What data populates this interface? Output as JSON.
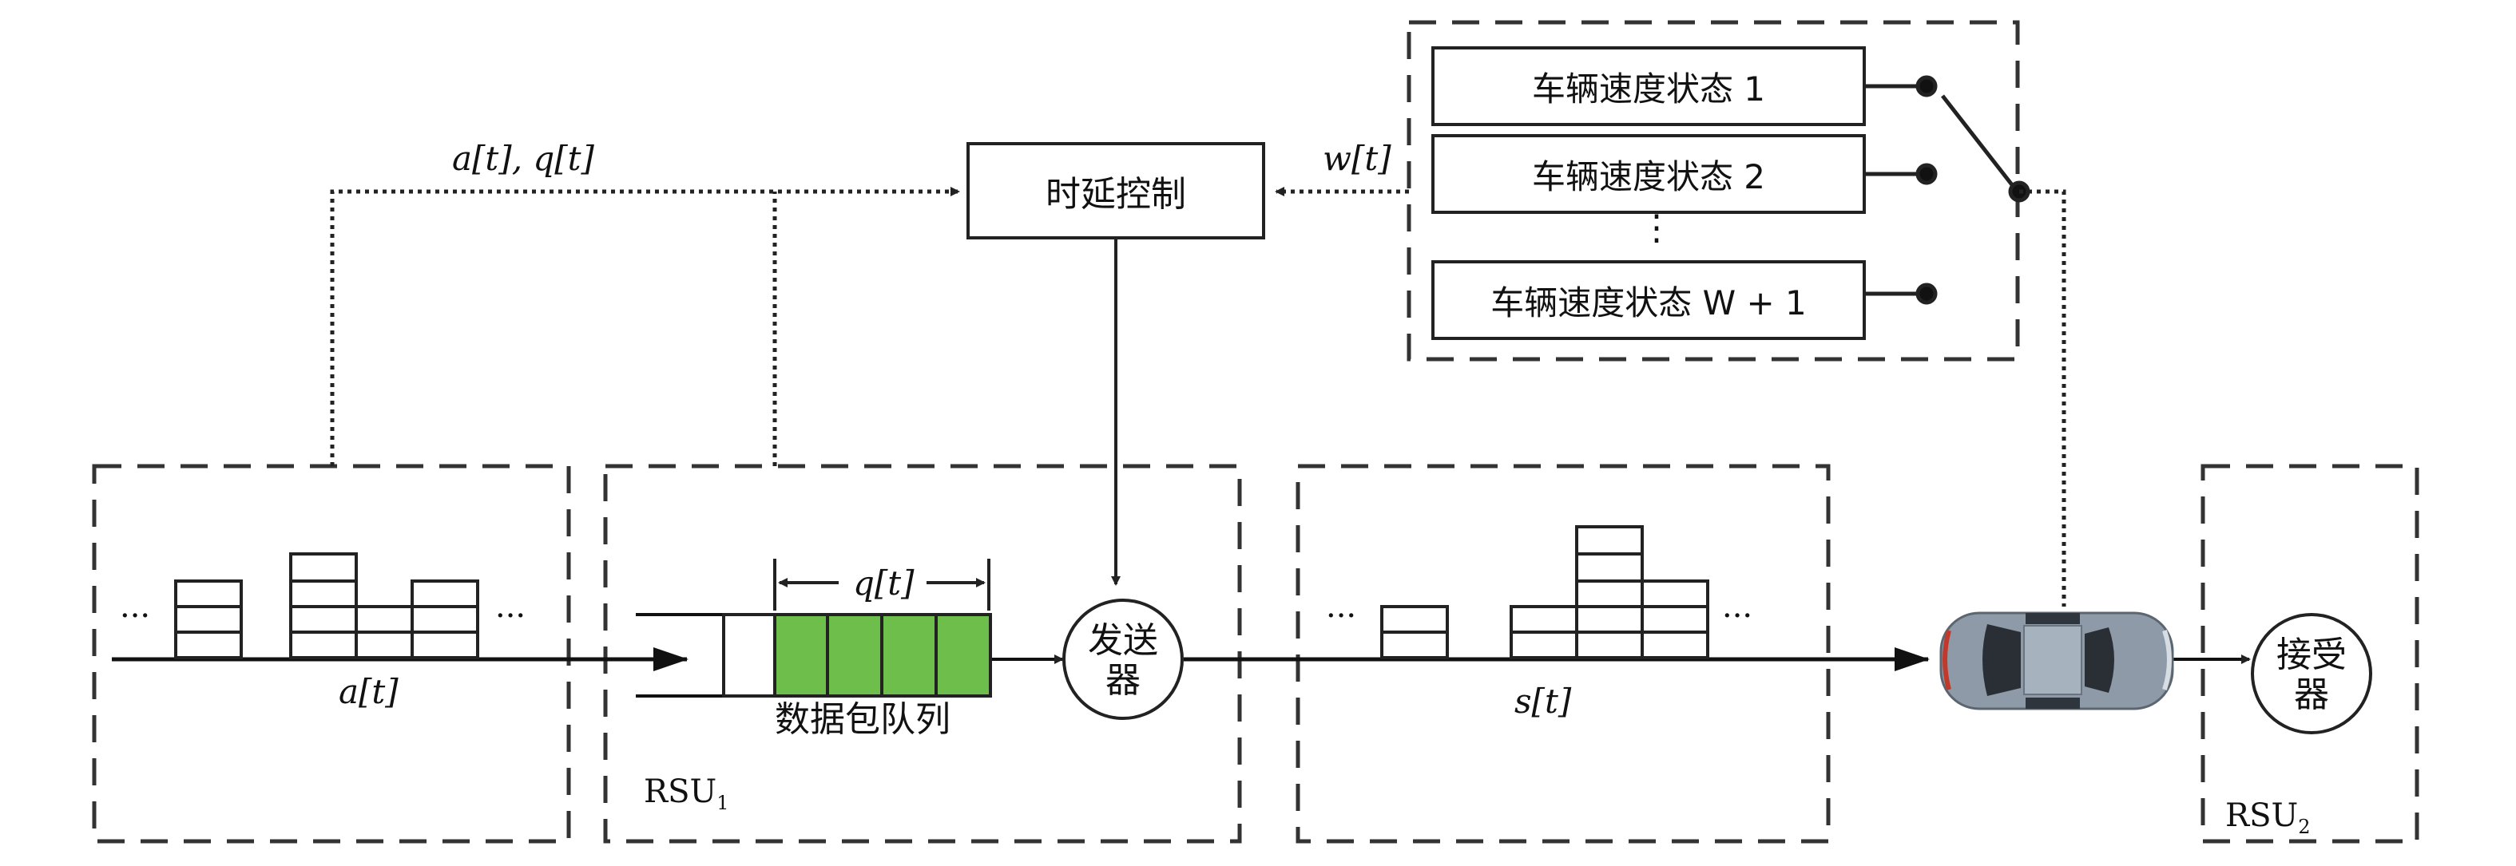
{
  "labels": {
    "delay_control": "时延控制",
    "speed_state_1": "车辆速度状态 1",
    "speed_state_2": "车辆速度状态 2",
    "speed_state_w1": "车辆速度状态 W + 1",
    "vdots": "⋮",
    "aq_signal": "a[t], q[t]",
    "w_signal": "w[t]",
    "a_t": "a[t]",
    "q_t": "q[t]",
    "s_t": "s[t]",
    "packet_queue": "数据包队列",
    "transmitter": "发送器",
    "receiver": "接受器",
    "ellipsis_left_1": "···",
    "ellipsis_left_2": "···",
    "ellipsis_mid_1": "···",
    "ellipsis_mid_2": "···",
    "rsu1": "RSU",
    "rsu1_sub": "1",
    "rsu2": "RSU",
    "rsu2_sub": "2"
  },
  "colors": {
    "queue_fill": "#6dbe4b",
    "line": "#222222",
    "car_body": "#8e9aa8"
  }
}
